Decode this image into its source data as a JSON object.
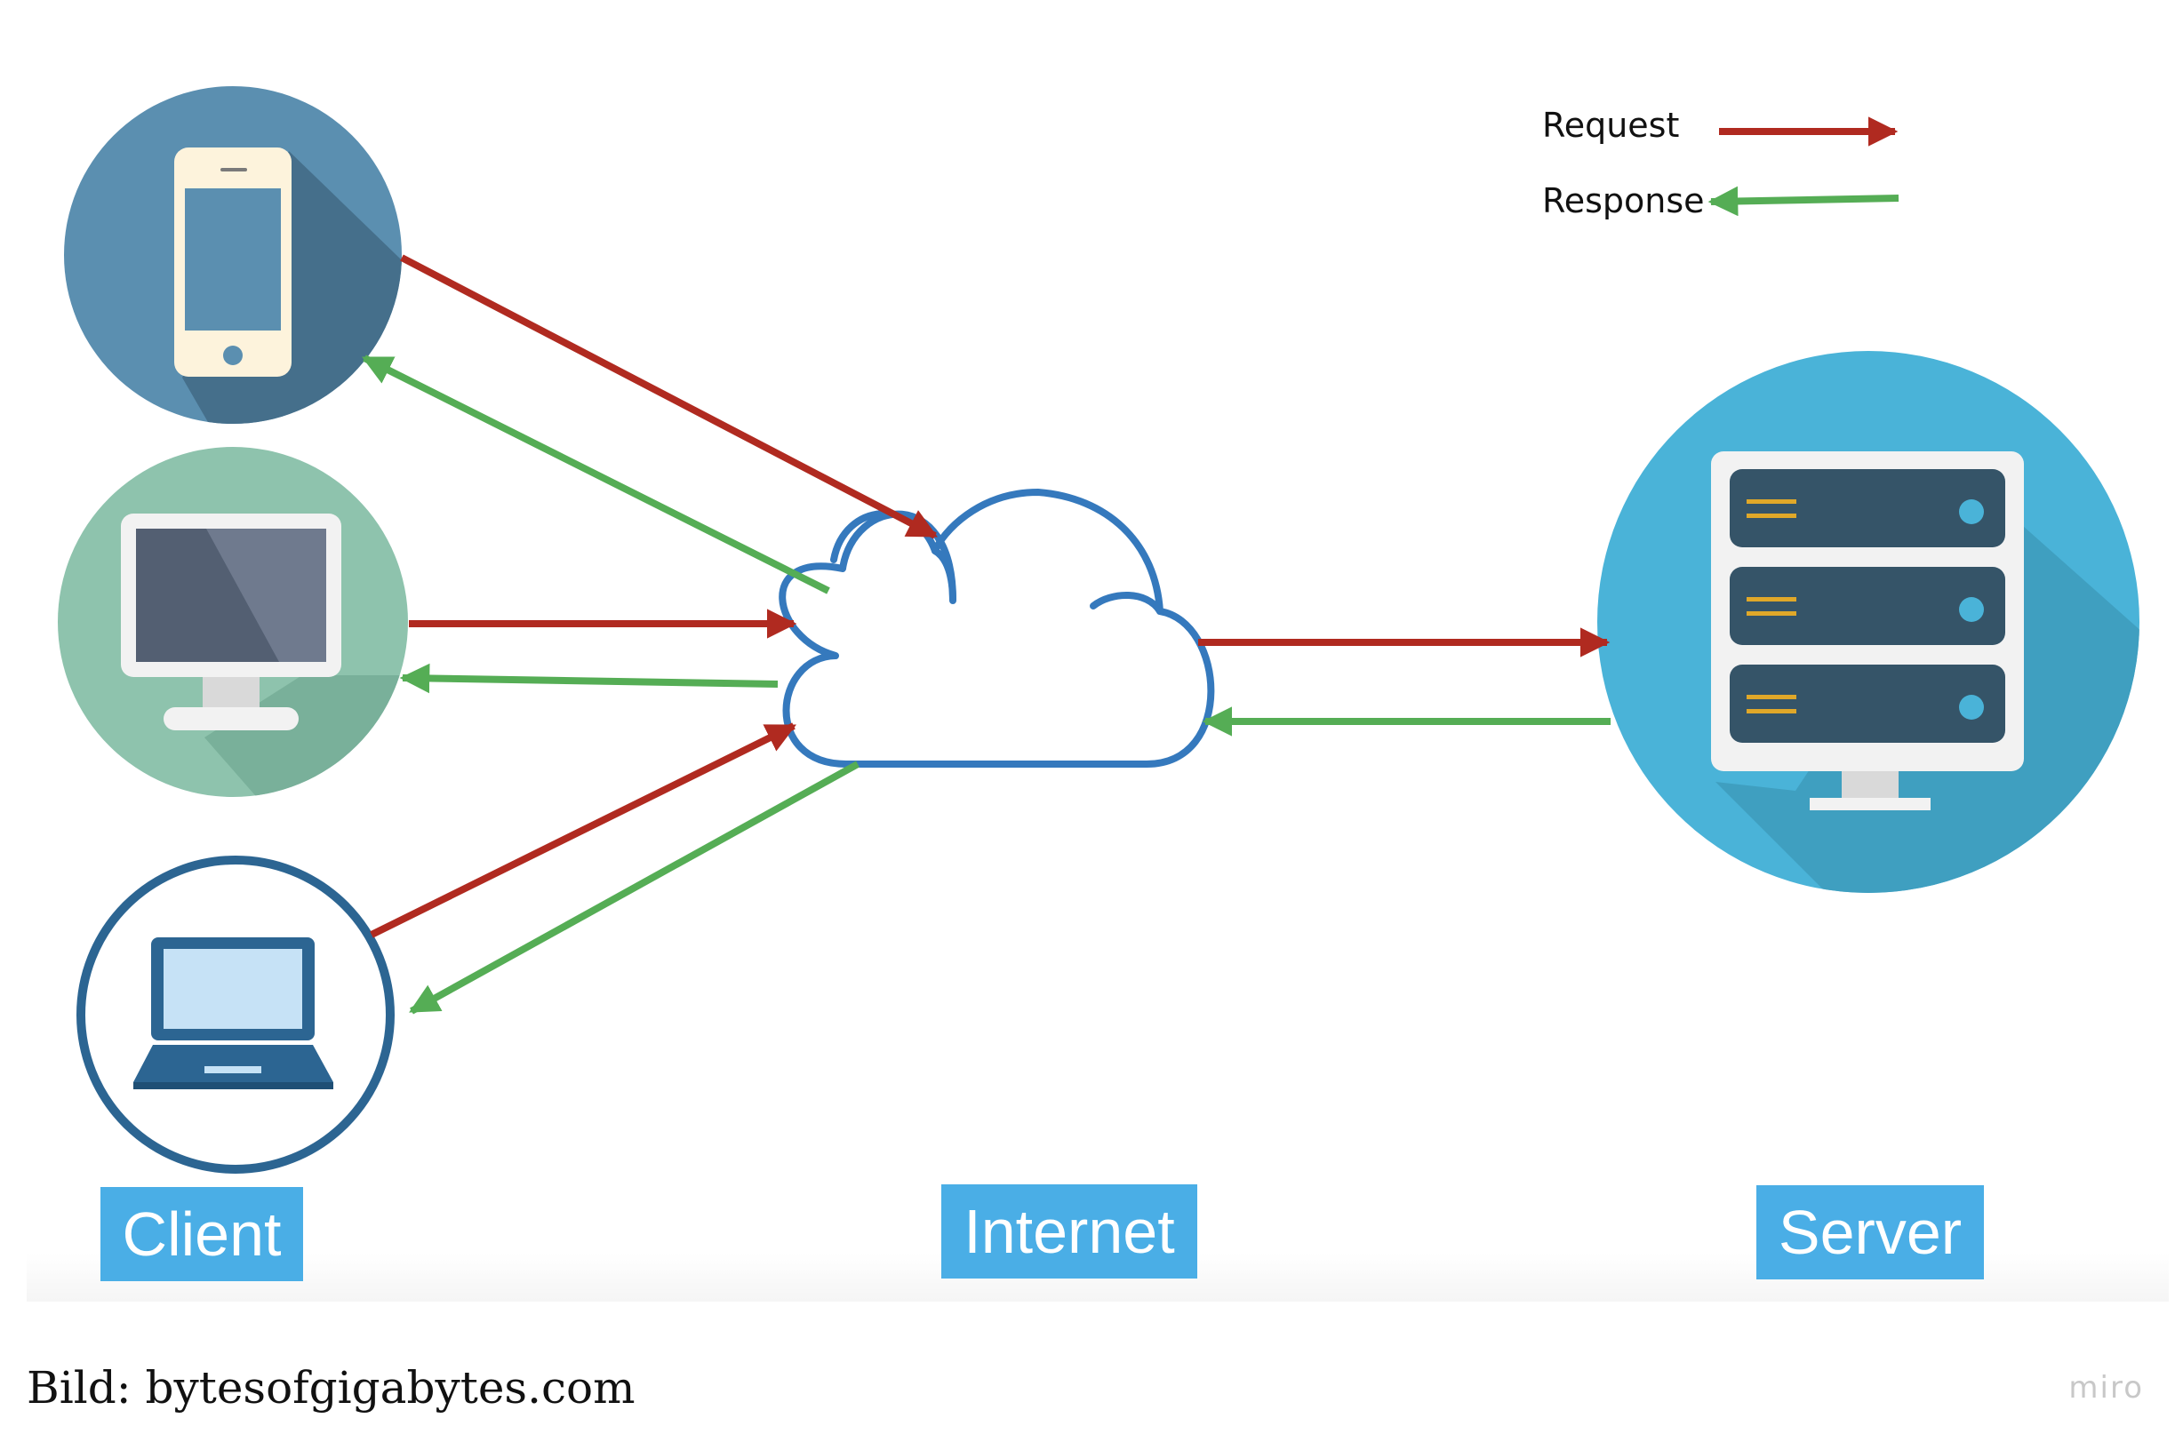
{
  "nodes": {
    "client_label": "Client",
    "internet_label": "Internet",
    "server_label": "Server"
  },
  "legend": {
    "request_label": "Request",
    "response_label": "Response"
  },
  "caption": "Bild: bytesofgigabytes.com",
  "brand": "miro",
  "colors": {
    "request": "#b02a20",
    "response": "#55ad55",
    "label_background": "#4aaee6",
    "phone_circle": "#5b8fb0",
    "desktop_circle": "#8ec3ad",
    "laptop_ring": "#2c6592",
    "server_circle": "#4ab3d8",
    "cloud_stroke": "#3579bd"
  },
  "icons": [
    "smartphone-icon",
    "desktop-monitor-icon",
    "laptop-icon",
    "cloud-icon",
    "server-rack-icon"
  ]
}
